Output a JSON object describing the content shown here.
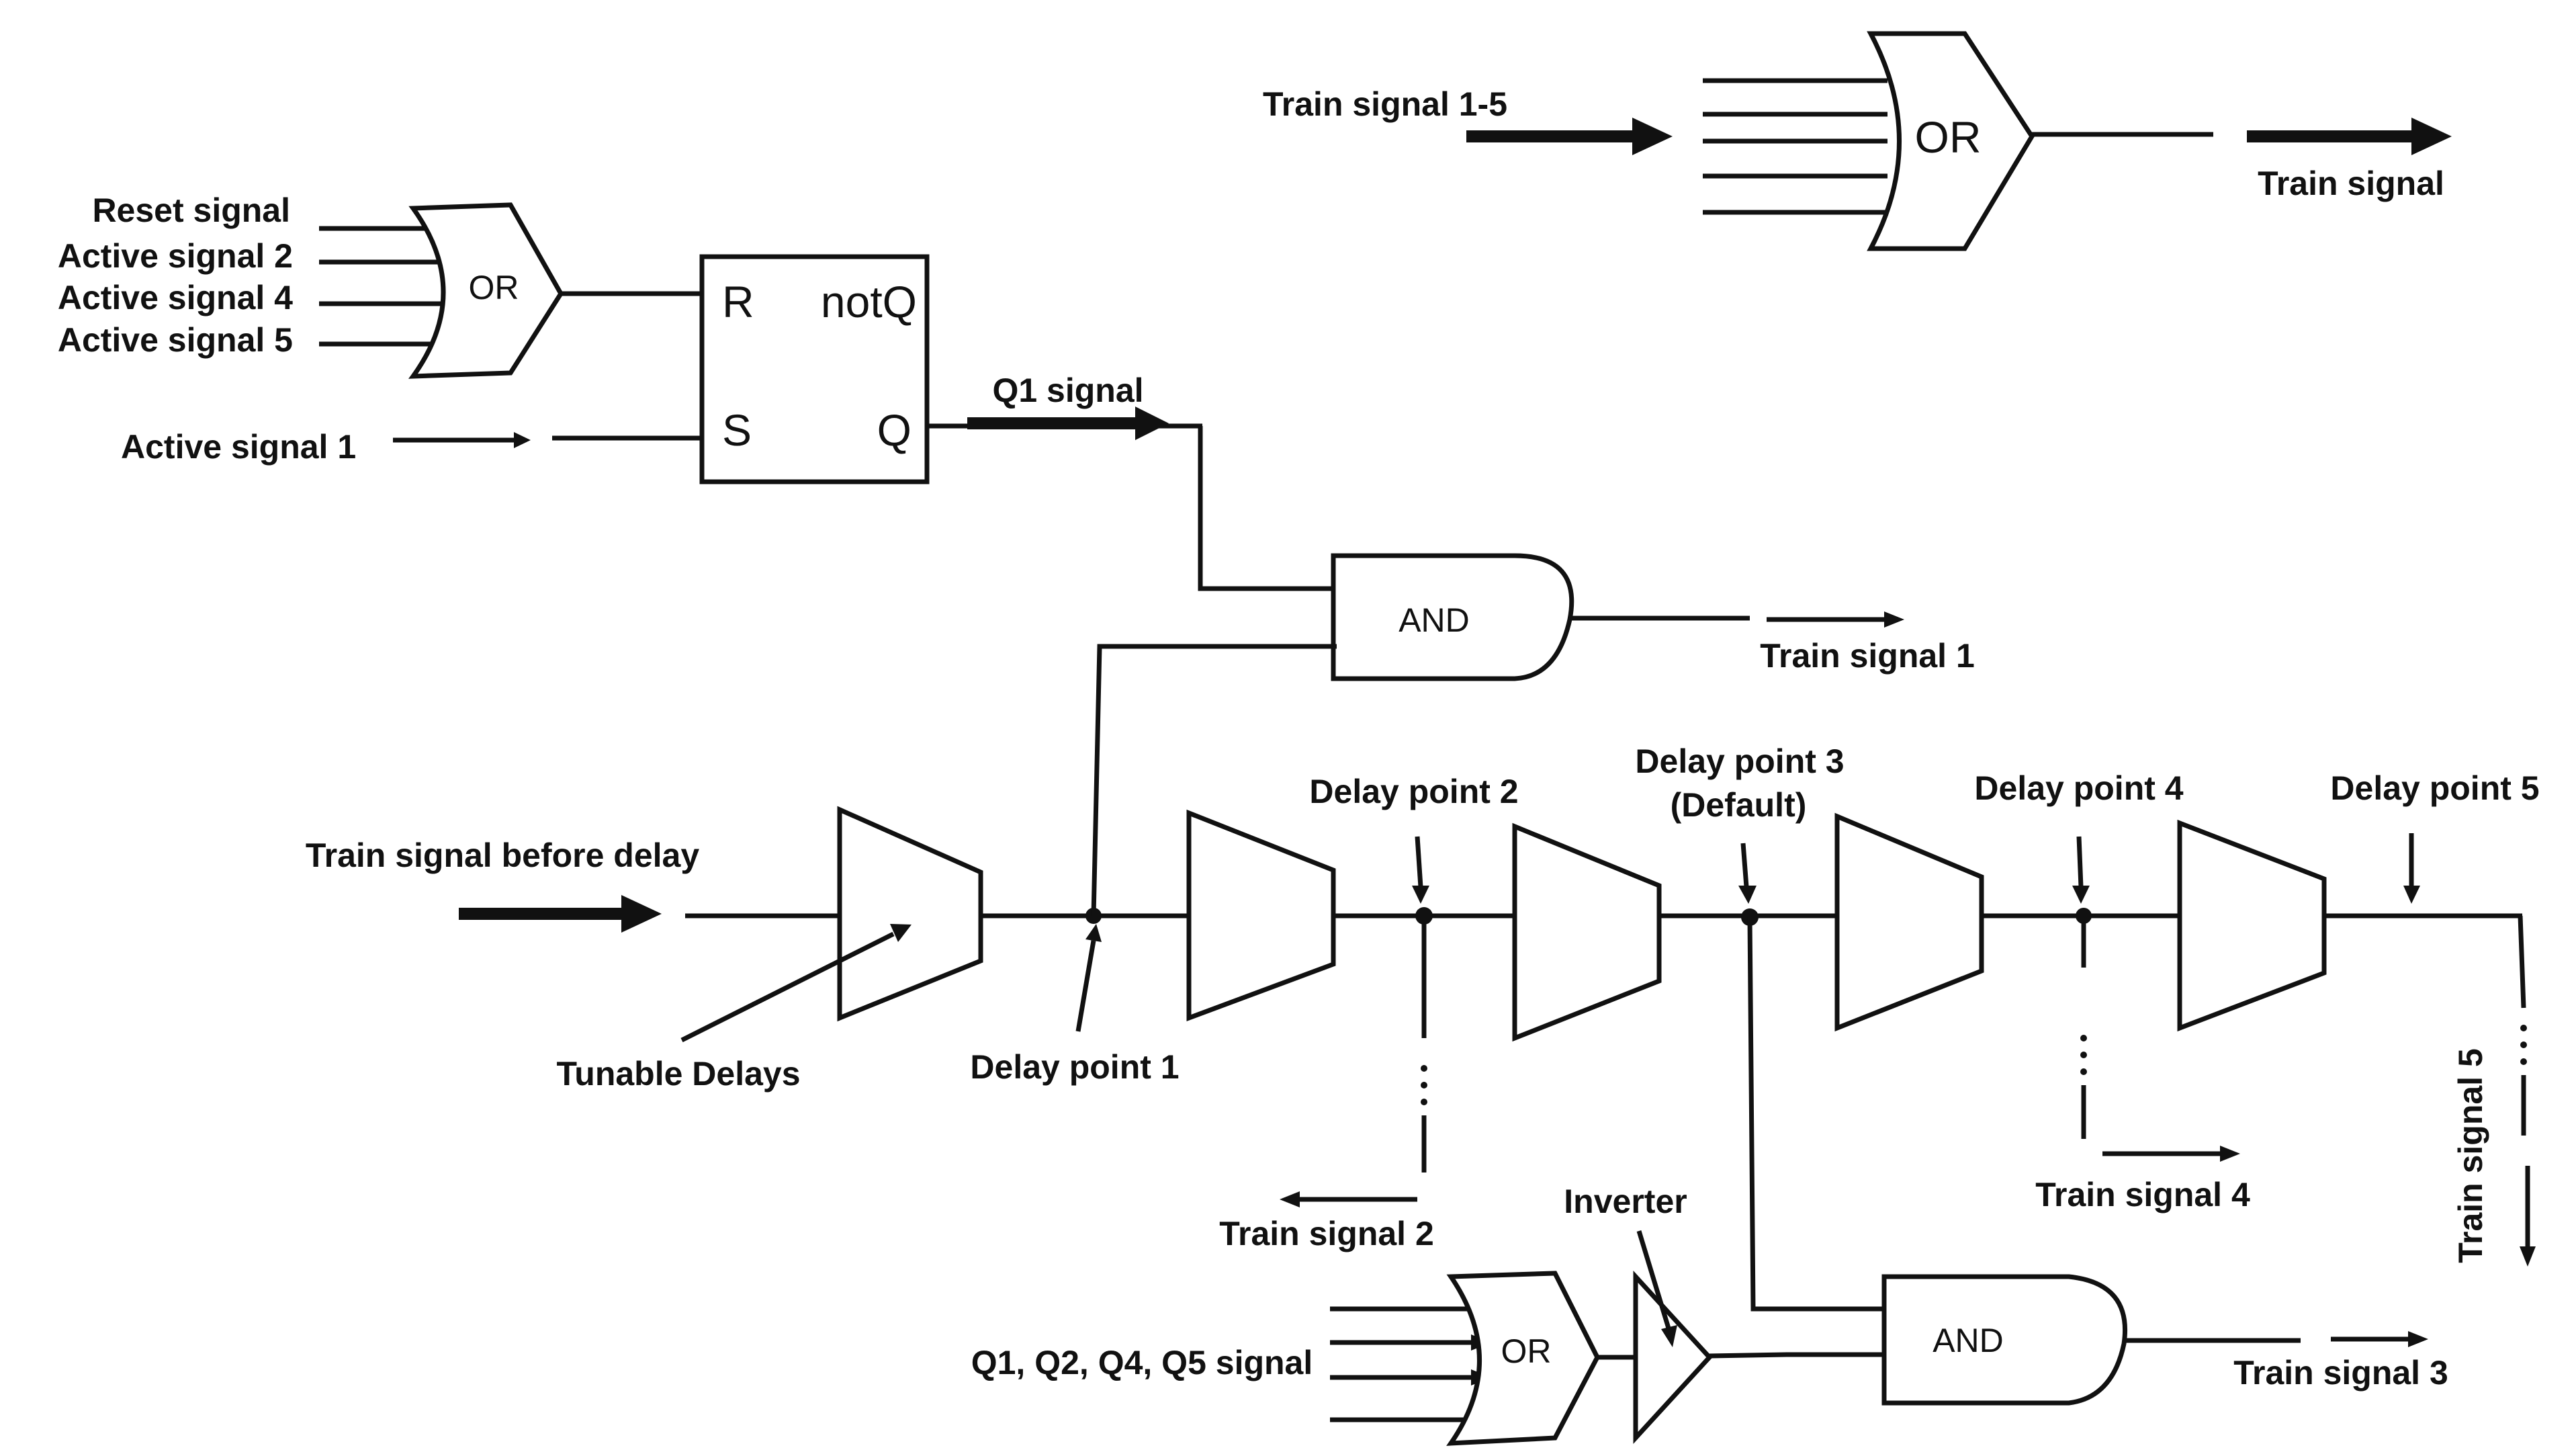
{
  "colors": {
    "line": "#111111",
    "background": "#ffffff"
  },
  "top_or": {
    "input_label": "Train signal 1-5",
    "gate_label": "OR",
    "output_label": "Train signal"
  },
  "sr_section": {
    "or_inputs": [
      "Reset signal",
      "Active signal 2",
      "Active signal 4",
      "Active signal 5"
    ],
    "or_label": "OR",
    "set_input": "Active signal 1",
    "latch": {
      "r": "R",
      "s": "S",
      "notq": "notQ",
      "q": "Q"
    },
    "q_signal": "Q1 signal",
    "and_label": "AND",
    "and_output": "Train signal 1"
  },
  "delay_chain": {
    "input_label": "Train signal before delay",
    "tunable_label": "Tunable Delays",
    "points": {
      "p1": "Delay point 1",
      "p2": "Delay point 2",
      "p3": "Delay point 3",
      "p3_note": "(Default)",
      "p4": "Delay point 4",
      "p5": "Delay point 5"
    },
    "outputs": {
      "t2": "Train signal 2",
      "t4": "Train signal 4",
      "t5": "Train signal 5"
    }
  },
  "bottom_section": {
    "inputs_label": "Q1, Q2, Q4, Q5 signal",
    "or_label": "OR",
    "inverter_label": "Inverter",
    "and_label": "AND",
    "output_label": "Train signal 3"
  }
}
